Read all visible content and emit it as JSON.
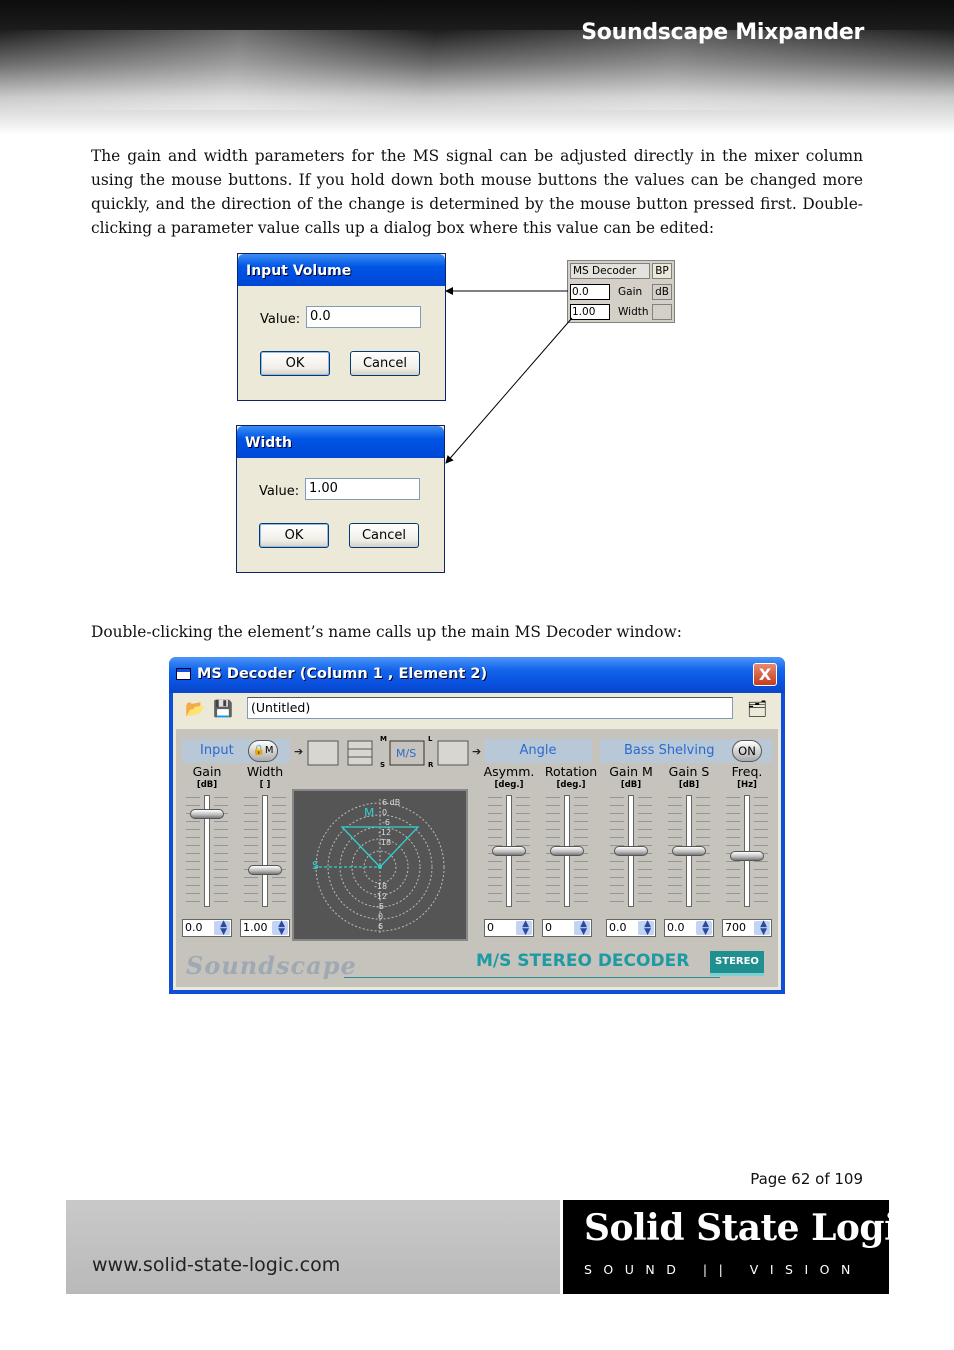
{
  "header": {
    "title": "Soundscape Mixpander"
  },
  "paragraphs": {
    "p1": "The gain and width parameters for the MS signal can be adjusted directly in the mixer column using the mouse buttons. If you hold down both mouse buttons the values can be changed more quickly, and the direction of the change is determined by the mouse button pressed first. Double-clicking a parameter value calls up a dialog box where this value can be edited:",
    "p2": "Double-clicking the element’s name calls up the main MS Decoder window:"
  },
  "dialog_volume": {
    "title": "Input Volume",
    "label": "Value:",
    "value": "0.0",
    "ok": "OK",
    "cancel": "Cancel"
  },
  "dialog_width": {
    "title": "Width",
    "label": "Value:",
    "value": "1.00",
    "ok": "OK",
    "cancel": "Cancel"
  },
  "ms_panel": {
    "name": "MS Decoder",
    "bp": "BP",
    "gain_value": "0.0",
    "gain_label": "Gain",
    "gain_unit": "dB",
    "width_value": "1.00",
    "width_label": "Width"
  },
  "window": {
    "title": "MS Decoder (Column 1 , Element 2)",
    "close": "X",
    "preset": "(Untitled)",
    "sections": {
      "input": "Input",
      "angle": "Angle",
      "bass": "Bass Shelving",
      "bass_toggle": "ON",
      "ms_button": "M/S",
      "m_lbl": "M",
      "s_lbl": "S",
      "l_lbl": "L",
      "r_lbl": "R"
    },
    "params": [
      {
        "label": "Gain",
        "unit": "[dB]",
        "value": "0.0"
      },
      {
        "label": "Width",
        "unit": "[ ]",
        "value": "1.00"
      },
      {
        "label": "Asymm.",
        "unit": "[deg.]",
        "value": "0"
      },
      {
        "label": "Rotation",
        "unit": "[deg.]",
        "value": "0"
      },
      {
        "label": "Gain M",
        "unit": "[dB]",
        "value": "0.0"
      },
      {
        "label": "Gain S",
        "unit": "[dB]",
        "value": "0.0"
      },
      {
        "label": "Freq.",
        "unit": "[Hz]",
        "value": "700"
      }
    ],
    "scope": {
      "m": "M",
      "s": "S",
      "scale": [
        "6 dB",
        "0",
        "-6",
        "-12",
        "-18",
        "-18",
        "-12",
        "-6",
        "0",
        "6"
      ]
    },
    "footer": {
      "logo": "Soundscape",
      "title": "M/S STEREO DECODER",
      "badge": "STEREO"
    }
  },
  "page": {
    "number": "Page 62 of 109"
  },
  "footer": {
    "url": "www.solid-state-logic.com",
    "brand": "Solid State Logic",
    "tagline": "SOUND || VISION"
  }
}
